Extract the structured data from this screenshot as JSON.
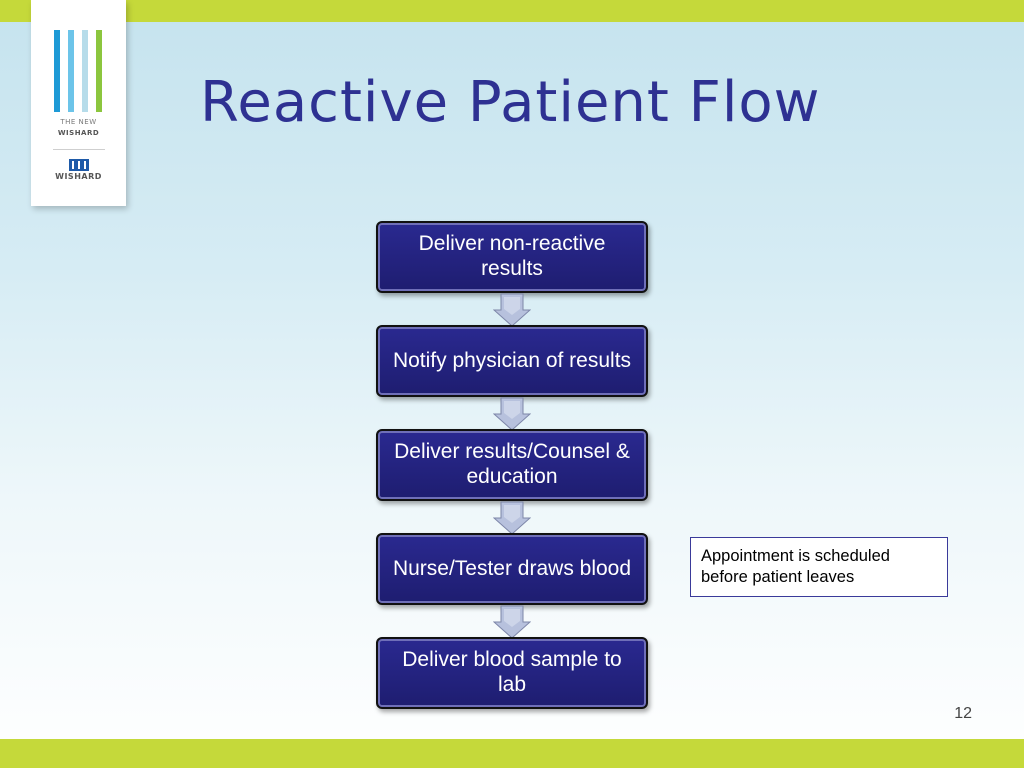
{
  "slide": {
    "title": "Reactive Patient Flow",
    "page_number": "12",
    "colors": {
      "accent_bar": "#c5d93a",
      "title": "#2e3192",
      "box_fill": "#23237f",
      "arrow_fill": "#b7c1dd"
    }
  },
  "logo": {
    "line1": "THE NEW",
    "line2": "WISHARD",
    "line3": "WISHARD",
    "stripe_colors": [
      "#1e9ad6",
      "#6cc4e9",
      "#b6dcea",
      "#8cc63e"
    ]
  },
  "flow": {
    "steps": [
      "Deliver non-reactive results",
      "Notify physician of results",
      "Deliver results/Counsel & education",
      "Nurse/Tester draws blood",
      "Deliver blood sample to lab"
    ],
    "arrow_icon": "down-chevron-arrow-icon"
  },
  "callout": {
    "text": "Appointment is scheduled before patient leaves"
  }
}
